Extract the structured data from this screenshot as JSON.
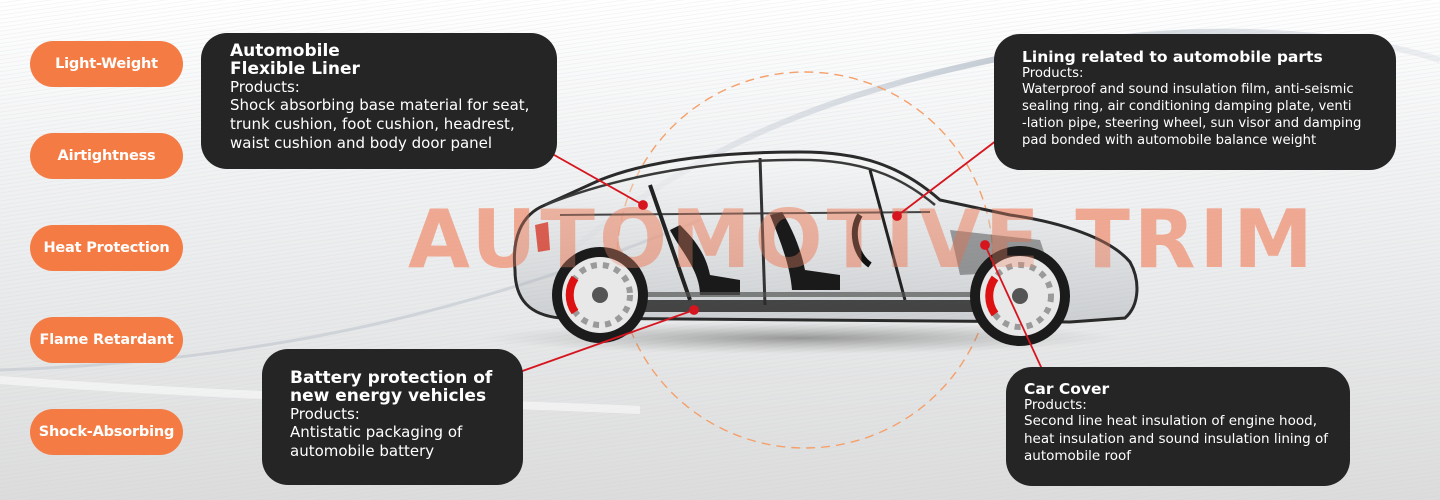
{
  "watermark": {
    "text": "AUTOMOTIVE TRIM",
    "color": "#f08c6e"
  },
  "colors": {
    "pill_bg": "#f47c44",
    "card_bg": "#252525",
    "pointer": "#d6151f",
    "dashed_circle": "#f5a06a"
  },
  "features": [
    {
      "label": "Light-Weight"
    },
    {
      "label": "Airtightness"
    },
    {
      "label": "Heat Protection"
    },
    {
      "label": "Flame Retardant"
    },
    {
      "label": "Shock-Absorbing"
    }
  ],
  "cards": {
    "liner": {
      "title_line1": "Automobile",
      "title_line2": "Flexible Liner",
      "label": "Products:",
      "body_lines": [
        "Shock absorbing base material for seat,",
        "trunk cushion, foot cushion, headrest,",
        "waist cushion and body door panel"
      ]
    },
    "lining": {
      "title_line1": "Lining related to automobile parts",
      "label": "Products:",
      "body_lines": [
        "Waterproof and sound insulation film, anti-seismic",
        "sealing ring, air conditioning damping plate, venti",
        "-lation pipe, steering wheel, sun visor and damping",
        "pad bonded with automobile balance weight"
      ]
    },
    "battery": {
      "title_line1": "Battery protection of",
      "title_line2": "new energy vehicles",
      "label": "Products:",
      "body_lines": [
        "Antistatic packaging of",
        "automobile battery"
      ]
    },
    "cover": {
      "title_line1": "Car Cover",
      "label": "Products:",
      "body_lines": [
        "Second line heat insulation of engine hood,",
        "heat insulation and sound insulation lining of",
        "automobile roof"
      ]
    }
  }
}
